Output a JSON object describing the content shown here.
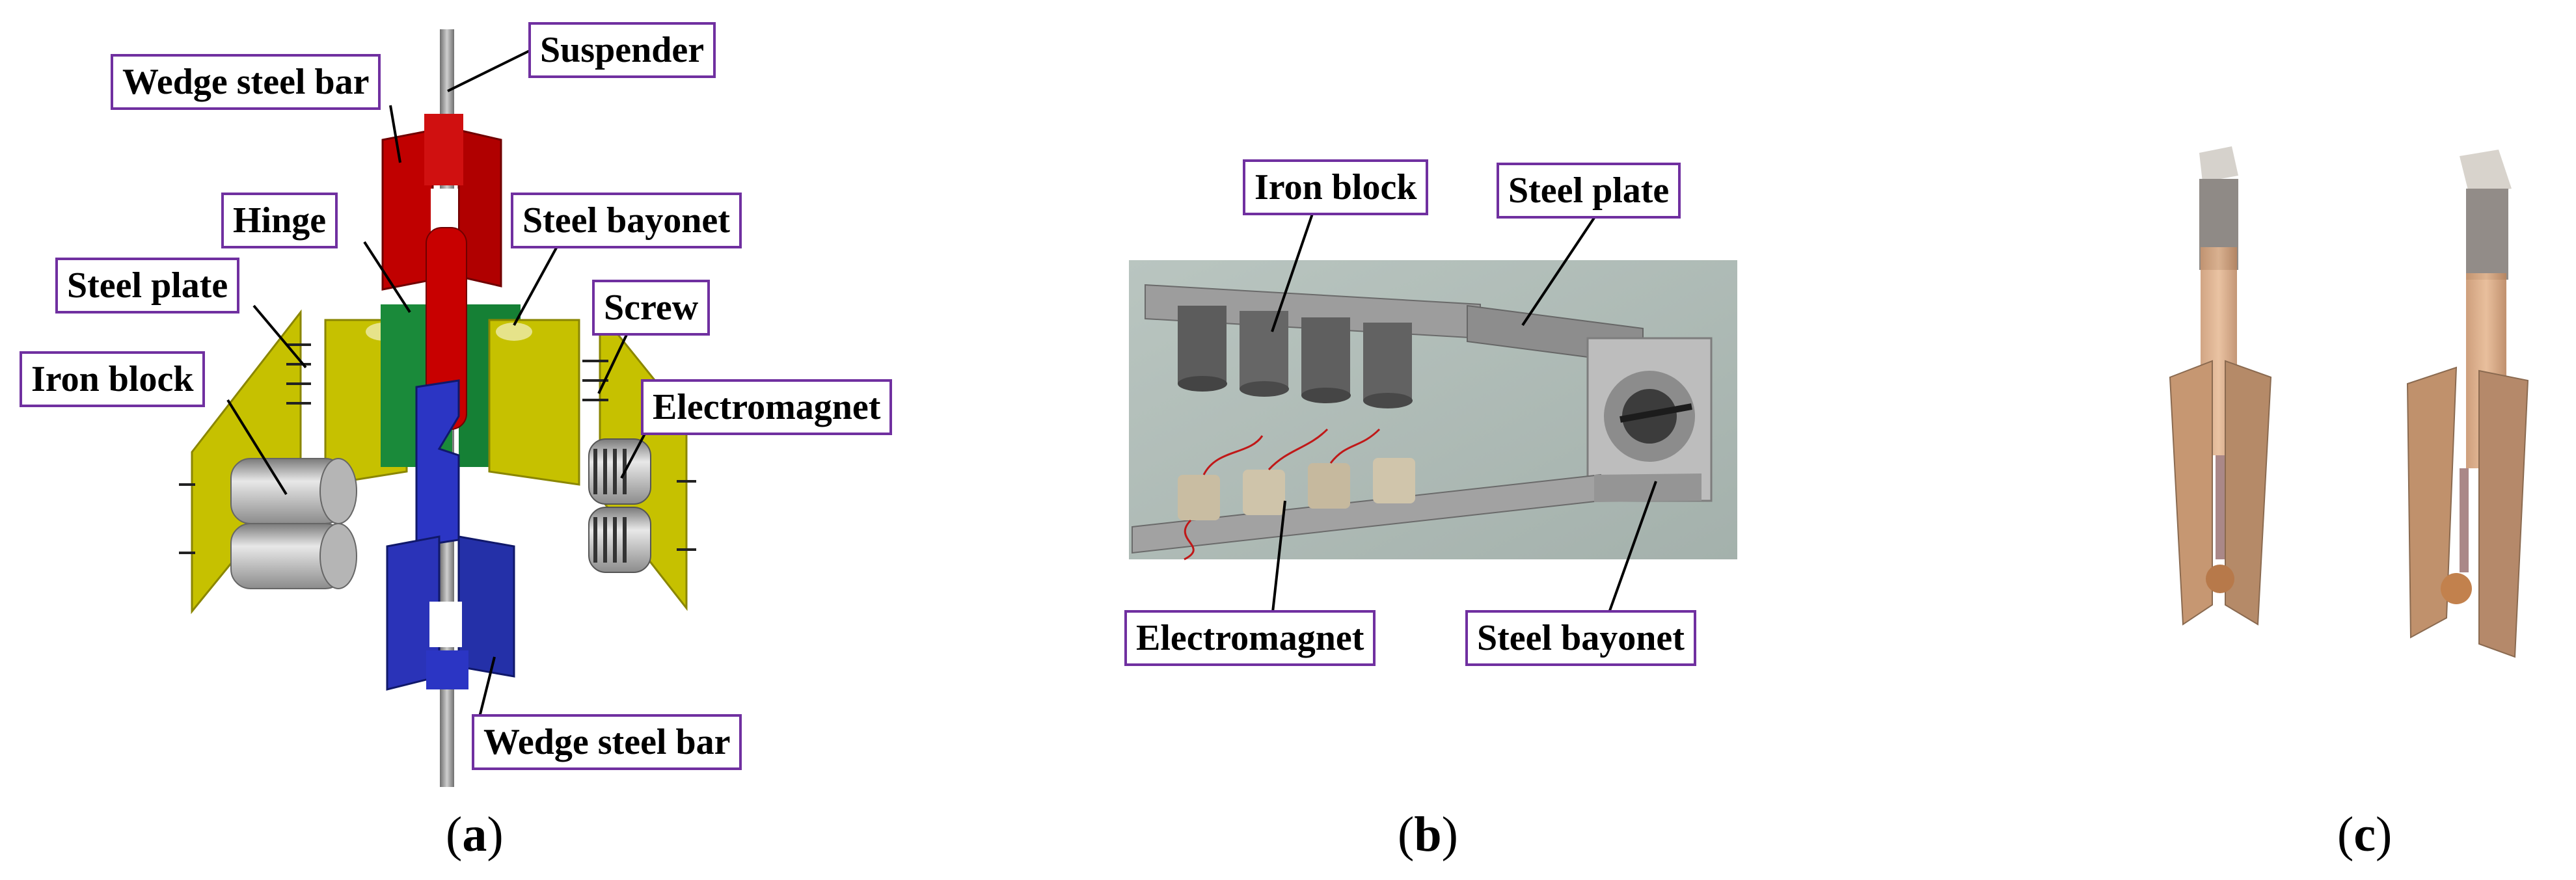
{
  "panels": {
    "a": {
      "caption_letter": "a",
      "labels": {
        "suspender": "Suspender",
        "wedge_top": "Wedge steel bar",
        "hinge": "Hinge",
        "steel_bayonet": "Steel bayonet",
        "steel_plate": "Steel plate",
        "screw": "Screw",
        "iron_block": "Iron block",
        "electromagnet": "Electromagnet",
        "wedge_bottom": "Wedge steel bar"
      }
    },
    "b": {
      "caption_letter": "b",
      "labels": {
        "iron_block": "Iron block",
        "steel_plate": "Steel plate",
        "electromagnet": "Electromagnet",
        "steel_bayonet": "Steel bayonet"
      }
    },
    "c": {
      "caption_letter": "c"
    }
  },
  "colors": {
    "label_border": "#7030a0",
    "wedge_top": "#c00000",
    "wedge_bottom": "#2b35c4",
    "hinge": "#1a8a3a",
    "plate": "#c8c400",
    "metal": "#a8a8a8"
  }
}
